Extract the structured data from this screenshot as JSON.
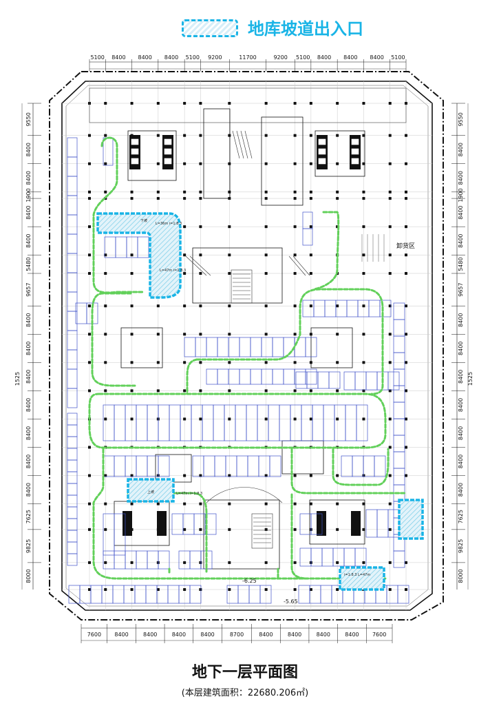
{
  "legend": {
    "label": "地库坡道出入口",
    "color": "#19b4e6"
  },
  "top_dims": [
    "5100",
    "8400",
    "8400",
    "8400",
    "5100",
    "9200",
    "11700",
    "9200",
    "5100",
    "8400",
    "8400",
    "8400",
    "5100"
  ],
  "bottom_dims": [
    "7600",
    "8400",
    "8400",
    "8400",
    "8400",
    "8700",
    "8400",
    "8400",
    "8400",
    "8400",
    "7600"
  ],
  "left_dims": [
    "9550",
    "8400",
    "8400",
    "1900",
    "8400",
    "8400",
    "5480",
    "9657",
    "8400",
    "8400",
    "8400",
    "8400",
    "8400",
    "8400",
    "8400",
    "7625",
    "9825",
    "8000"
  ],
  "right_dims": [
    "9550",
    "8400",
    "8400",
    "1900",
    "8400",
    "8400",
    "5480",
    "9657",
    "8400",
    "8400",
    "8400",
    "8400",
    "8400",
    "8400",
    "8400",
    "7625",
    "9825",
    "8000"
  ],
  "side_total": "1525",
  "labels": {
    "unloading": "卸货区",
    "level_a": "-6.25",
    "level_b": "-5.65",
    "ramp_down": "下坡",
    "ramp_up": "上坡",
    "ramp_text_1": "L=36m i=1:8.3",
    "ramp_text_2": "L=47m i=1:8.3",
    "ramp_text_3": "L=47m i=1:8.3",
    "ramp_text_4": "i=1:8.3 L=47m"
  },
  "title": "地下一层平面图",
  "subtitle": "(本层建筑面积：22680.206㎡)",
  "colors": {
    "ramp": "#19b4e6",
    "route": "#62d05a",
    "parking": "#3f52c8",
    "wall": "#111111"
  }
}
